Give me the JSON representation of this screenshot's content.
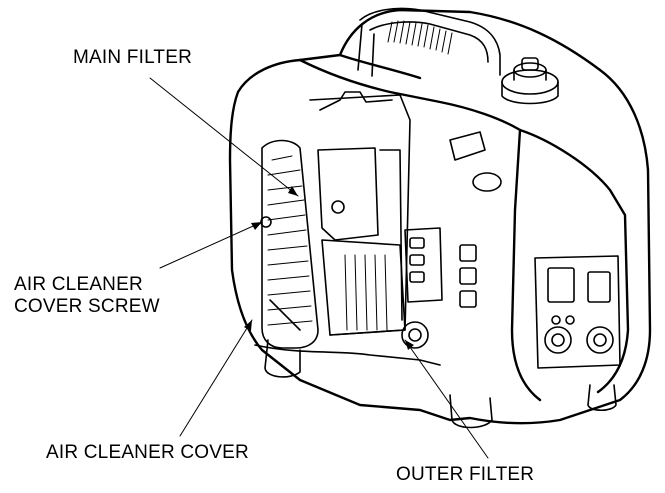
{
  "callouts": {
    "main_filter": "MAIN FILTER",
    "cover_screw_line1": "AIR CLEANER",
    "cover_screw_line2": "COVER SCREW",
    "cover": "AIR CLEANER COVER",
    "outer_filter": "OUTER FILTER"
  }
}
